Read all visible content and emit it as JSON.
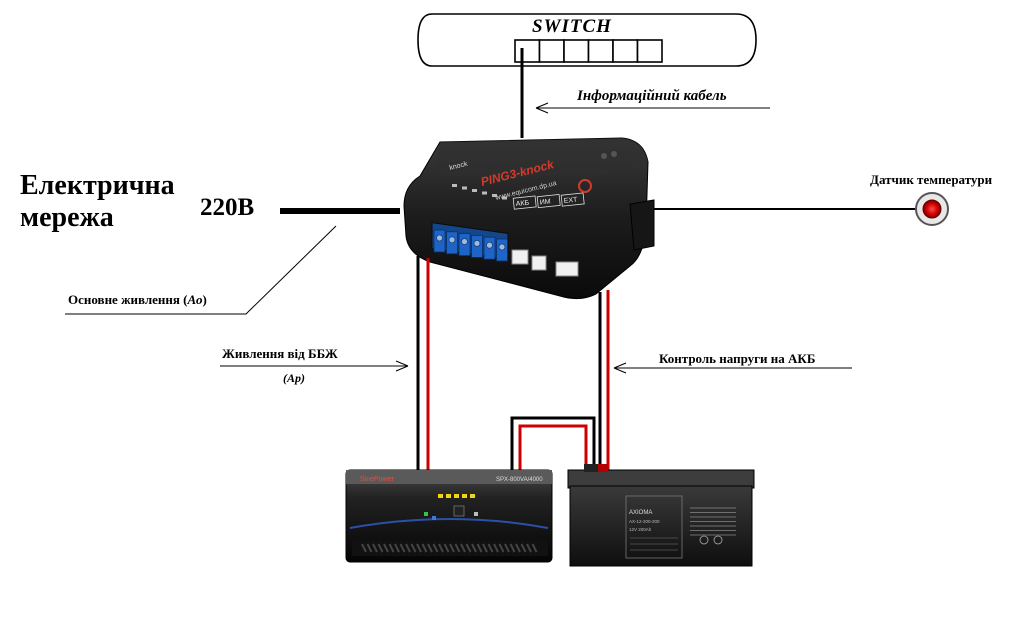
{
  "switch": {
    "title": "SWITCH",
    "port_count": 6
  },
  "labels": {
    "info_cable": "Інформаційний кабель",
    "mains_line1": "Електрична",
    "mains_line2": "мережа",
    "voltage": "220В",
    "temperature_sensor": "Датчик температури",
    "main_power_prefix": "Основне живлення (",
    "main_power_symbol": "Ао",
    "main_power_suffix": ")",
    "ups_power": "Живлення від ББЖ",
    "ups_power_symbol": "(Ар)",
    "battery_control": "Контроль напруги на АКБ"
  },
  "device": {
    "model": "PING3-knock",
    "website": "www.equicom.dp.ua",
    "brand": "knock",
    "ports": [
      "АКБ",
      "ИМ",
      "EXT"
    ]
  },
  "ups": {
    "model": "SPX-800VA/4000",
    "brand": "SinePower"
  },
  "battery": {
    "brand": "AXIOMA",
    "model": "AX-12-200-200",
    "spec": "12V 200Ah"
  },
  "colors": {
    "line": "#000000",
    "wire_red": "#cc0000",
    "sensor_red": "#d10000",
    "device_body": "#1c1c1c",
    "terminal_blue": "#1e63c6",
    "led_yellow": "#f3d21a",
    "led_green": "#36c24a"
  }
}
